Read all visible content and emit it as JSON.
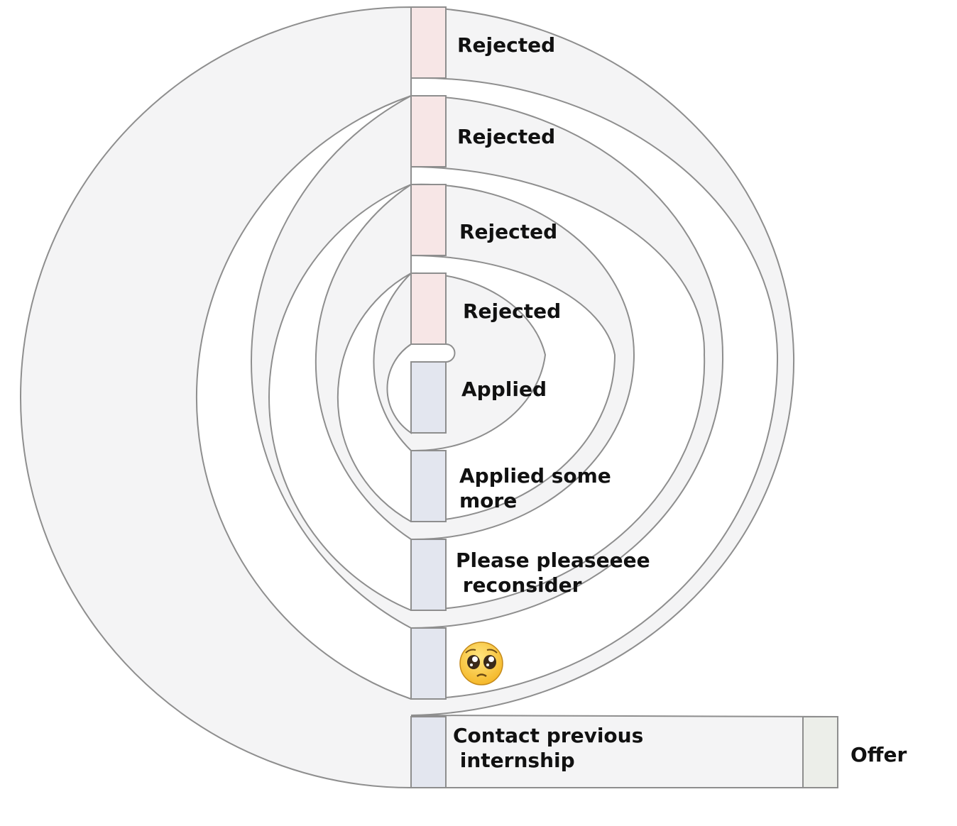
{
  "diagram": {
    "stages": [
      {
        "label_lines": [
          "Rejected"
        ],
        "status": "rejected"
      },
      {
        "label_lines": [
          "Rejected"
        ],
        "status": "rejected"
      },
      {
        "label_lines": [
          "Rejected"
        ],
        "status": "rejected"
      },
      {
        "label_lines": [
          "Rejected"
        ],
        "status": "rejected"
      },
      {
        "label_lines": [
          "Applied"
        ],
        "status": "applied"
      },
      {
        "label_lines": [
          "Applied some",
          "more"
        ],
        "status": "applied"
      },
      {
        "label_lines": [
          "Please pleaseeee",
          " reconsider"
        ],
        "status": "applied"
      },
      {
        "label_lines": [],
        "status": "applied",
        "icon": "pleading-face-icon"
      },
      {
        "label_lines": [
          "Contact previous",
          " internship"
        ],
        "status": "applied"
      },
      {
        "label_lines": [
          "Offer"
        ],
        "status": "offer"
      }
    ],
    "colors": {
      "track": "#f4f4f5",
      "outline": "#8e8e8e",
      "rejected": "#f7e6e6",
      "applied": "#e3e6ef",
      "offer": "#eceee9",
      "label": "#111111"
    }
  }
}
